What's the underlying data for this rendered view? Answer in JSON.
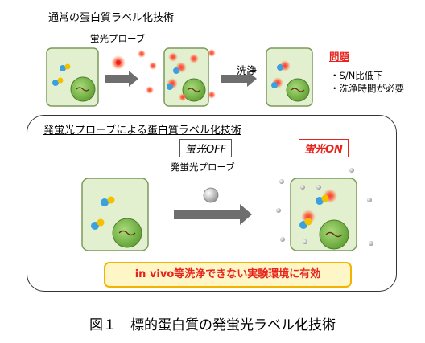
{
  "conventional": {
    "heading": "通常の蛋白質ラベル化技術",
    "probe_label": "蛍光プローブ",
    "wash_label": "洗浄",
    "problem_title": "問題",
    "problems": [
      "・S/N比低下",
      "・洗浄時間が必要"
    ]
  },
  "activatable": {
    "heading": "発蛍光プローブによる蛋白質ラベル化技術",
    "off_label": "蛍光OFF",
    "on_label": "蛍光ON",
    "probe_label": "発蛍光プローブ",
    "banner": "in vivo等洗浄できない実験環境に有効"
  },
  "caption": "図１　標的蛋白質の発蛍光ラベル化技術",
  "colors": {
    "cell_fill": "#e3f0d0",
    "cell_border": "#7a9a5a",
    "nucleus": "#7fbf4d",
    "probe_red": "#e8231c",
    "probe_gray": "#9a9a9a",
    "arrow": "#6e6e6e",
    "protein_blue": "#3aa0e0",
    "protein_yellow": "#f2c200",
    "banner_fill": "#fff6c8",
    "banner_border": "#f2b400"
  }
}
